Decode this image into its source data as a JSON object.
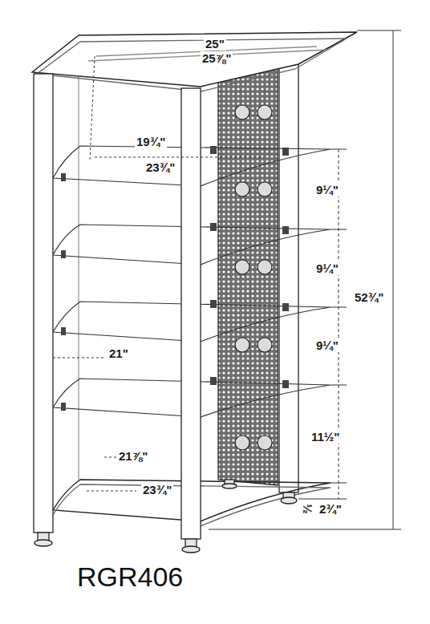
{
  "diagram": {
    "caption": "RGR406",
    "labels": [
      "25\"",
      "25⅞\"",
      "19¾\"",
      "23¾\"",
      "9¼\"",
      "9¼\"",
      "9¼\"",
      "52¾\"",
      "21\"",
      "11½\"",
      "21⅞\"",
      "23¾\"",
      "½",
      "2¾\""
    ]
  }
}
